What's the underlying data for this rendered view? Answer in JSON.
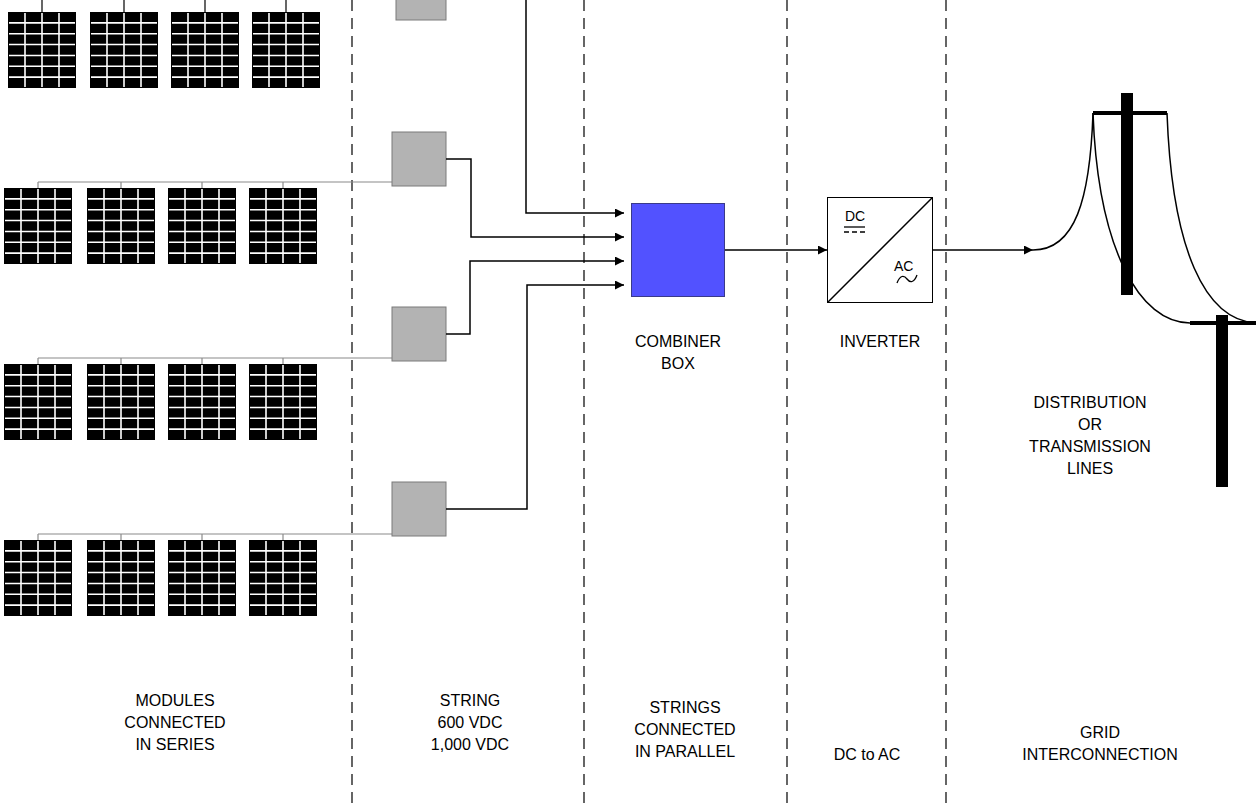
{
  "diagram": {
    "nodes": [
      {
        "text": [
          "COMBINER BOX"
        ]
      },
      {
        "text": [
          "DC",
          "AC",
          "INVERTER"
        ]
      }
    ],
    "edges": [
      {
        "from": 0,
        "to": 1,
        "arrow": "to"
      }
    ],
    "labels": [
      "MODULES CONNECTED IN SERIES",
      "STRING 600 VDC 1,000 VDC",
      "STRINGS CONNECTED IN PARALLEL",
      "DC to AC",
      "GRID INTERCONNECTION",
      "DISTRIBUTION OR TRANSMISSION LINES"
    ]
  }
}
